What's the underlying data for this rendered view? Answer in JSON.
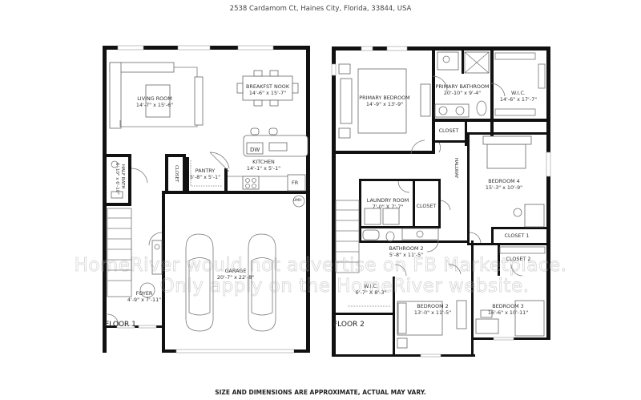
{
  "header": {
    "address": "2538 Cardamom Ct, Haines City, Florida, 33844, USA"
  },
  "footer": {
    "disclaimer": "SIZE AND DIMENSIONS ARE APPROXIMATE, ACTUAL MAY VARY."
  },
  "watermark": {
    "line1": "HomeRiver would not advertise on FB Marketplace.",
    "line2": "Only apply on the HomeRiver website."
  },
  "floor1": {
    "label": "FLOOR 1",
    "rooms": {
      "living_room": {
        "name": "LIVING ROOM",
        "dims": "14'-7\" x 15'-6\""
      },
      "breakfast_nook": {
        "name": "BREAKFST NOOK",
        "dims": "14'-6\" x 15'-7\""
      },
      "kitchen": {
        "name": "KITCHEN",
        "dims": "14'-1\" x 5'-1\""
      },
      "pantry": {
        "name": "PANTRY",
        "dims": "5'-8\" x 5'-1\""
      },
      "closet": {
        "name": "CLOSET"
      },
      "half_bath": {
        "name": "HALF BATH",
        "dims": "6'-10\" x 6'-10\""
      },
      "garage": {
        "name": "GARAGE",
        "dims": "20'-7\" x 22'-8\""
      },
      "foyer": {
        "name": "FOYER",
        "dims": "4'-9\" x 7'-11\""
      }
    },
    "fixtures": {
      "dishwasher": "DW",
      "fridge": "FR",
      "water_heater": "UMH"
    }
  },
  "floor2": {
    "label": "FLOOR 2",
    "rooms": {
      "primary_bedroom": {
        "name": "PRIMARY BEDROOM",
        "dims": "14'-9\" x 13'-9\""
      },
      "primary_bathroom": {
        "name": "PRIMARY BATHROOM",
        "dims": "20'-10\" x 9'-4\""
      },
      "wic_primary": {
        "name": "W.I.C.",
        "dims": "14'-6\" x 17'-7\""
      },
      "closet_hall": {
        "name": "CLOSET"
      },
      "hallway": {
        "name": "HALLWAY"
      },
      "bedroom4": {
        "name": "BEDROOM 4",
        "dims": "15'-3\" x 10'-9\""
      },
      "laundry": {
        "name": "LAUNDRY ROOM",
        "dims": "7'-0\" X 7'-7\""
      },
      "closet_laundry": {
        "name": "CLOSET"
      },
      "bathroom2": {
        "name": "BATHROOM 2",
        "dims": "5'-8\" x 11'-5\""
      },
      "closet1": {
        "name": "CLOSET 1"
      },
      "closet2": {
        "name": "CLOSET 2"
      },
      "wic2": {
        "name": "W.I.C.",
        "dims": "6'-7\" X 8'-3\""
      },
      "bedroom2": {
        "name": "BEDROOM 2",
        "dims": "13'-0\" x 11'-5\""
      },
      "bedroom3": {
        "name": "BEDROOM 3",
        "dims": "16'-6\" x 10'-11\""
      }
    }
  }
}
